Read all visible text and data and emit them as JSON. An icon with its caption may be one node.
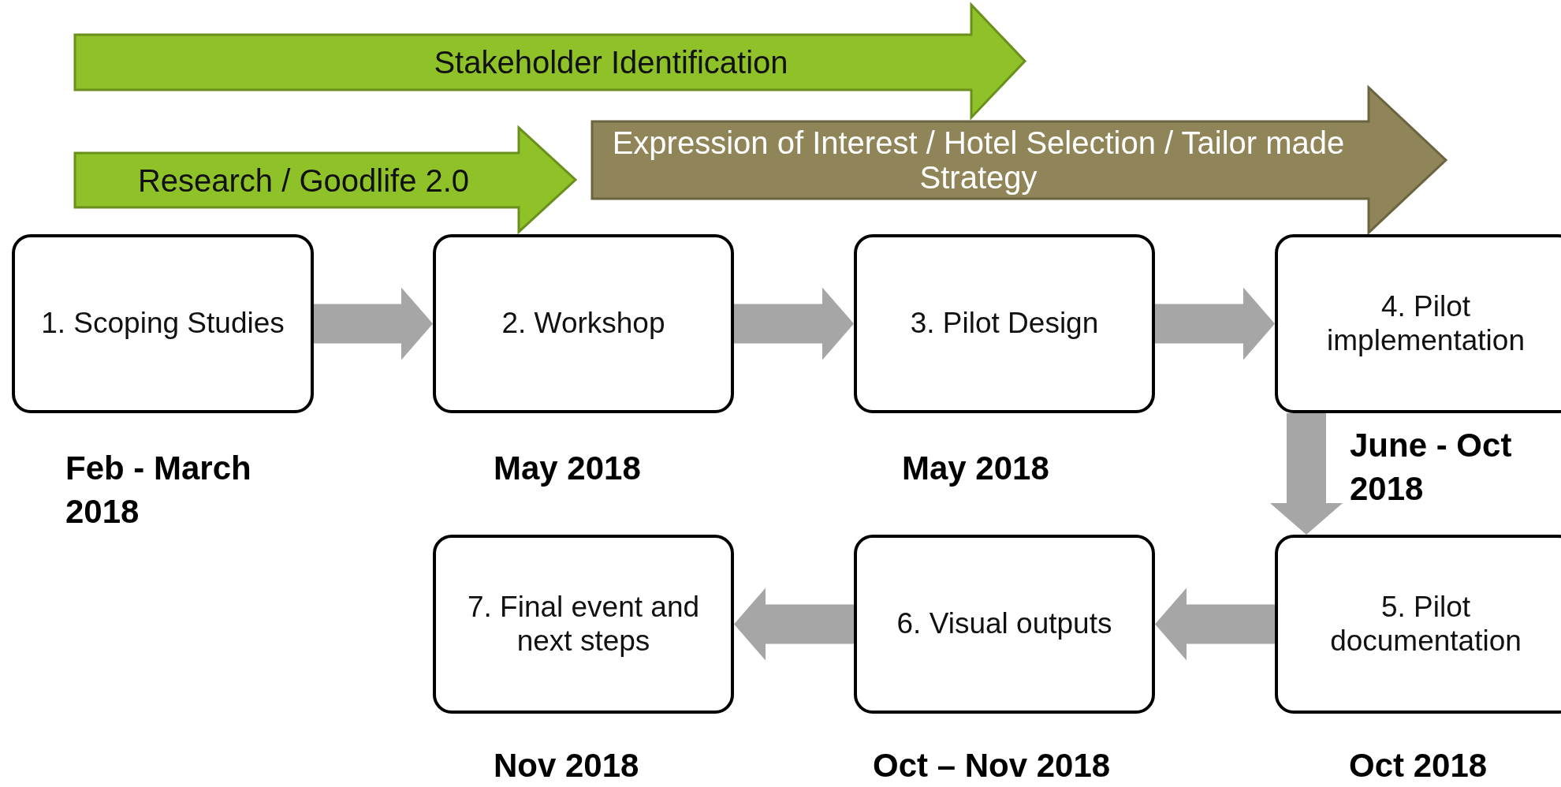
{
  "diagram": {
    "nodes": [
      {
        "text": [
          "Stakeholder Identification"
        ]
      },
      {
        "text": [
          "Research / Goodlife 2.0"
        ]
      },
      {
        "text": [
          "Expression of Interest / Hotel Selection / Tailor made Strategy"
        ]
      },
      {
        "text": [
          "1. Scoping Studies"
        ],
        "beside": [
          "Feb - March 2018"
        ]
      },
      {
        "text": [
          "2. Workshop"
        ],
        "beside": [
          "May 2018"
        ]
      },
      {
        "text": [
          "3. Pilot Design"
        ],
        "beside": [
          "May 2018"
        ]
      },
      {
        "text": [
          "4. Pilot implementation"
        ],
        "beside": [
          "June - Oct 2018"
        ]
      },
      {
        "text": [
          "5. Pilot documentation"
        ],
        "beside": [
          "Oct 2018"
        ]
      },
      {
        "text": [
          "6. Visual outputs"
        ],
        "beside": [
          "Oct – Nov 2018"
        ]
      },
      {
        "text": [
          "7. Final event and next steps"
        ],
        "beside": [
          "Nov 2018"
        ]
      }
    ],
    "edges": [
      {
        "from": 3,
        "to": 4,
        "arrow": "to"
      },
      {
        "from": 4,
        "to": 5,
        "arrow": "to"
      },
      {
        "from": 5,
        "to": 6,
        "arrow": "to"
      },
      {
        "from": 6,
        "to": 7,
        "arrow": "to"
      },
      {
        "from": 7,
        "to": 8,
        "arrow": "to"
      },
      {
        "from": 8,
        "to": 9,
        "arrow": "to"
      }
    ]
  }
}
